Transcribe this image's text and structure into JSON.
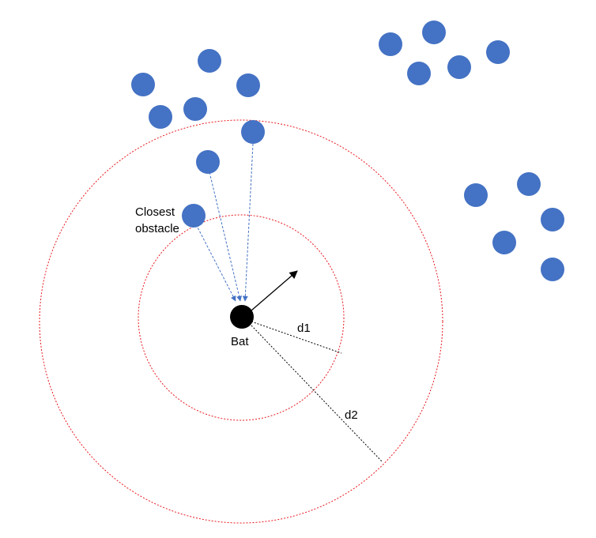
{
  "labels": {
    "bat": "Bat",
    "closest_line1": "Closest",
    "closest_line2": "obstacle",
    "d1": "d1",
    "d2": "d2"
  },
  "colors": {
    "obstacle": "#4472c4",
    "ring": "#e8191f",
    "bat": "#000000",
    "echo": "#4472c4",
    "background": "#ffffff"
  },
  "icons": {
    "bat": "filled-circle",
    "obstacle": "filled-circle",
    "heading": "arrow"
  }
}
